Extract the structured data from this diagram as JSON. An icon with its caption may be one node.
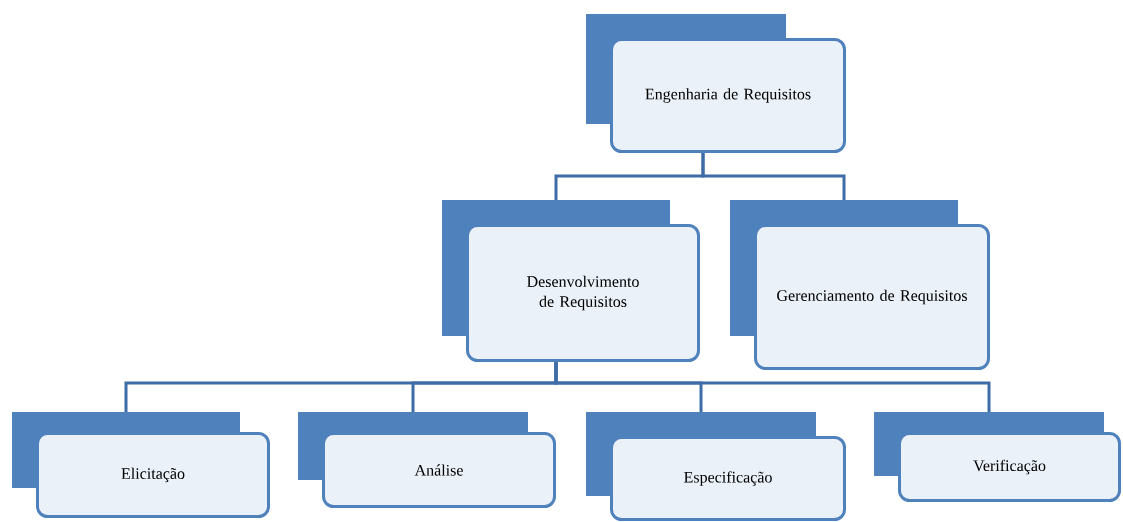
{
  "diagram": {
    "nodes": [
      {
        "text": [
          "Engenharia de Requisitos"
        ]
      },
      {
        "text": [
          "Desenvolvimento de Requisitos"
        ]
      },
      {
        "text": [
          "Gerenciamento de Requisitos"
        ]
      },
      {
        "text": [
          "Elicitação"
        ]
      },
      {
        "text": [
          "Análise"
        ]
      },
      {
        "text": [
          "Especificação"
        ]
      },
      {
        "text": [
          "Verificação"
        ]
      }
    ],
    "edges": [
      {
        "from": 0,
        "to": 1,
        "arrow": "none"
      },
      {
        "from": 0,
        "to": 2,
        "arrow": "none"
      },
      {
        "from": 1,
        "to": 3,
        "arrow": "none"
      },
      {
        "from": 1,
        "to": 4,
        "arrow": "none"
      },
      {
        "from": 1,
        "to": 5,
        "arrow": "none"
      },
      {
        "from": 1,
        "to": 6,
        "arrow": "none"
      }
    ]
  }
}
